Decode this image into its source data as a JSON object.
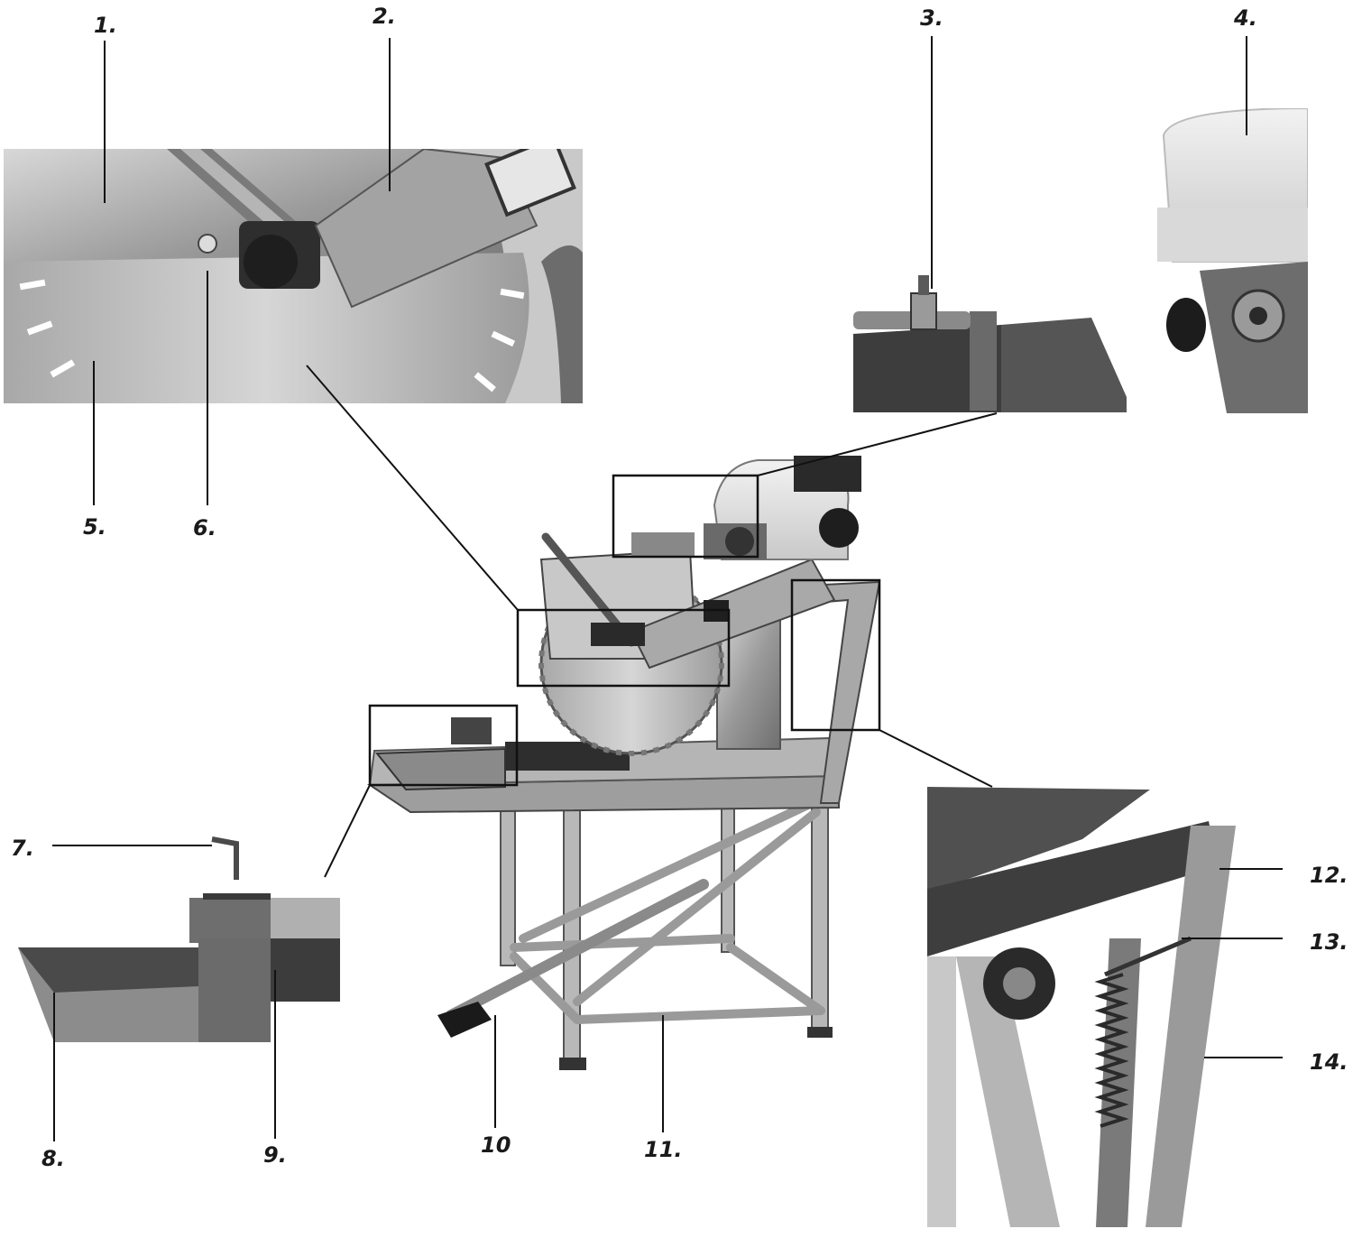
{
  "labels": {
    "l1": "1.",
    "l2": "2.",
    "l3": "3.",
    "l4": "4.",
    "l5": "5.",
    "l6": "6.",
    "l7": "7.",
    "l8": "8.",
    "l9": "9.",
    "l10": "10",
    "l11": "11.",
    "l12": "12.",
    "l13": "13.",
    "l14": "14."
  },
  "colors": {
    "ink": "#1a1a1a",
    "metal_dark": "#3a3a3a",
    "metal_mid": "#8c8c8c",
    "metal_light": "#c4c4c4"
  }
}
